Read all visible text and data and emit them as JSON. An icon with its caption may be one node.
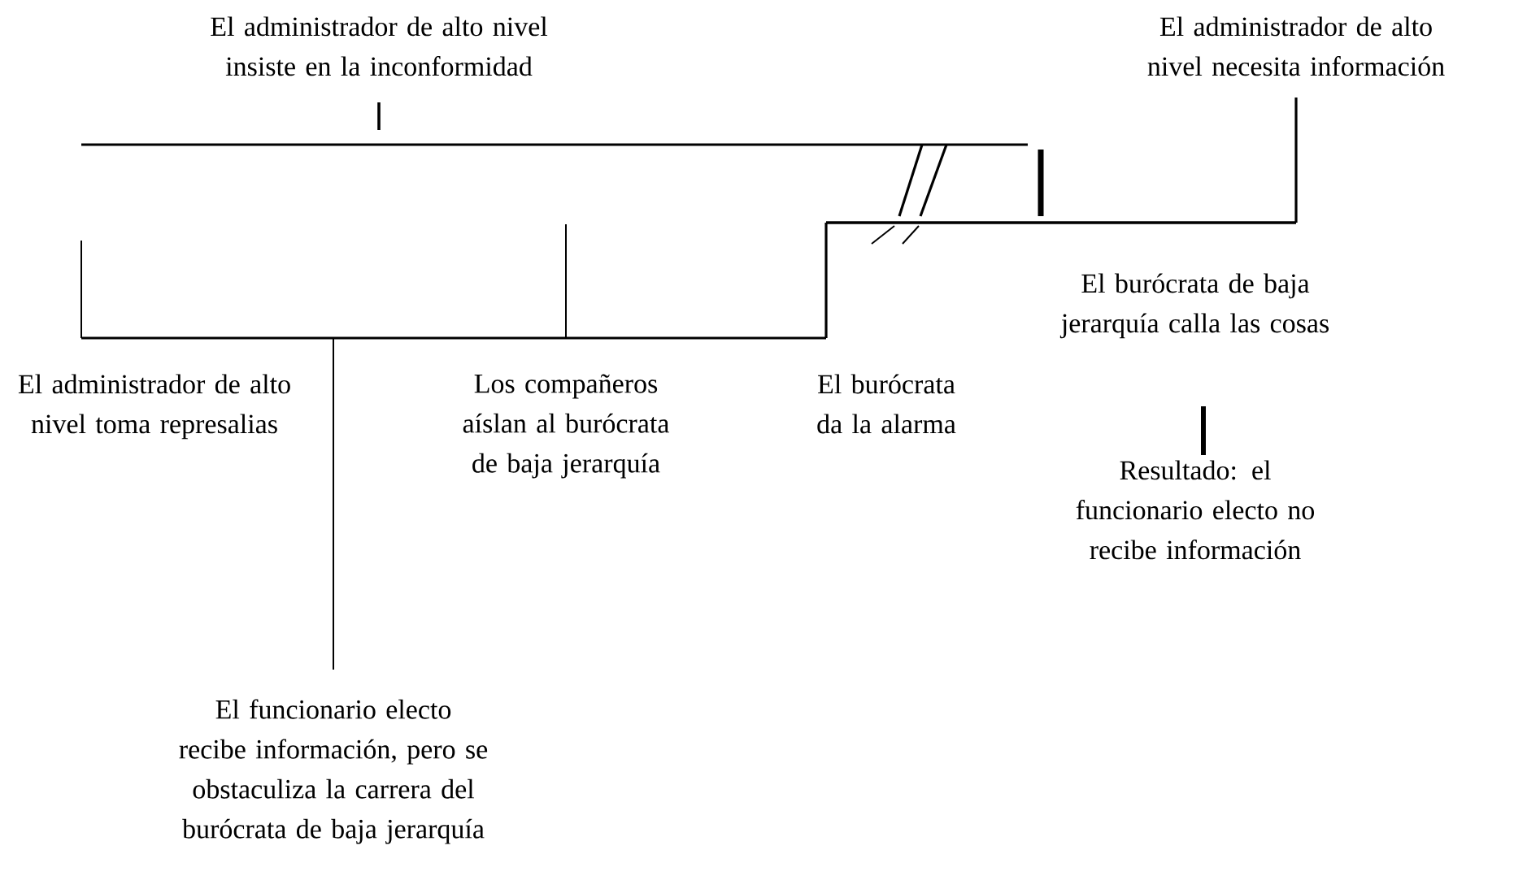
{
  "diagram": {
    "labels": [
      "El administrador de alto nivel insiste en la inconformidad",
      "El administrador de alto nivel necesita información",
      "El burócrata de baja jerarquía calla las cosas",
      "El administrador de alto nivel toma represalias",
      "Los compañeros aíslan al burócrata de baja jerarquía",
      "El burócrata da la alarma",
      "Resultado: el funcionario electo no recibe información",
      "El funcionario electo recibe información, pero se obstaculiza la carrera del burócrata de baja jerarquía"
    ]
  }
}
